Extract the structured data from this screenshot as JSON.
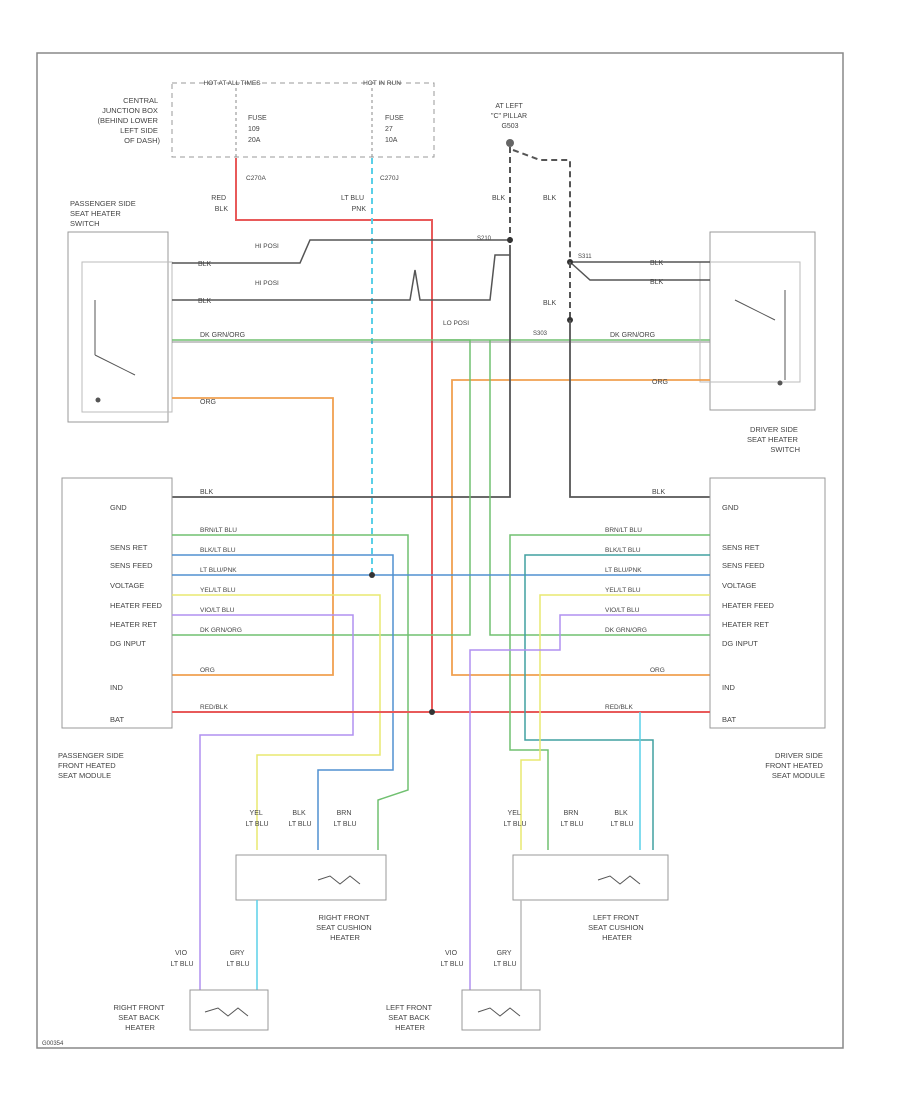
{
  "labels": {
    "cjb": [
      "CENTRAL",
      "JUNCTION BOX",
      "(BEHIND LOWER",
      "LEFT SIDE",
      "OF DASH)"
    ],
    "hot_run": "HOT AT ALL TIMES",
    "hot_acc": "HOT IN RUN",
    "fuse_a": [
      "FUSE",
      "109",
      "20A"
    ],
    "fuse_b": [
      "FUSE",
      "27",
      "10A"
    ],
    "g_pillar": [
      "AT LEFT",
      "\"C\" PILLAR",
      "G503"
    ],
    "pass_switch": [
      "PASSENGER SIDE",
      "SEAT HEATER",
      "SWITCH"
    ],
    "drv_switch": [
      "DRIVER SIDE",
      "SEAT HEATER",
      "SWITCH"
    ],
    "pass_module": [
      "PASSENGER SIDE",
      "FRONT HEATED",
      "SEAT MODULE"
    ],
    "drv_module": [
      "DRIVER SIDE",
      "FRONT HEATED",
      "SEAT MODULE"
    ],
    "rf_cushion": [
      "RIGHT FRONT",
      "SEAT CUSHION",
      "HEATER"
    ],
    "lf_cushion": [
      "LEFT FRONT",
      "SEAT CUSHION",
      "HEATER"
    ],
    "rf_back": [
      "RIGHT FRONT",
      "SEAT BACK",
      "HEATER"
    ],
    "lf_back": [
      "LEFT FRONT",
      "SEAT BACK",
      "HEATER"
    ],
    "hi_pos1": "HI POSI",
    "hi_pos2": "HI POSI",
    "low_pos": "LO POSI",
    "fig_id": "G00354"
  },
  "pins_left": [
    "GND",
    "",
    "SENS RET",
    "SENS FEED",
    "VOLTAGE",
    "HEATER FEED",
    "HEATER RET",
    "DG INPUT",
    "",
    "IND",
    "",
    "BAT"
  ],
  "pins_right": [
    "GND",
    "",
    "SENS RET",
    "SENS FEED",
    "VOLTAGE",
    "HEATER FEED",
    "HEATER RET",
    "DG INPUT",
    "",
    "IND",
    "",
    "BAT"
  ],
  "wire_labels": {
    "red_blk": [
      "RED",
      "BLK"
    ],
    "ltblu_pnk": [
      "LT BLU",
      "PNK"
    ],
    "blk": "BLK",
    "org": "ORG",
    "dk_grn_org": "DK GRN/ORG",
    "brn_lt_blu": "BRN/LT BLU",
    "blk_lt_blu": "BLK/LT BLU",
    "lt_blu_pnk": "LT BLU/PNK",
    "yel_lt_blu": "YEL/LT BLU",
    "vio_lt_blu": "VIO/LT BLU",
    "red_blk2": "RED/BLK",
    "c_yel": [
      "YEL",
      "LT BLU"
    ],
    "c_blk": [
      "BLK",
      "LT BLU"
    ],
    "c_brn": [
      "BRN",
      "LT BLU"
    ],
    "b_vio": [
      "VIO",
      "LT BLU"
    ],
    "b_gry": [
      "GRY",
      "LT BLU"
    ],
    "c270a": "C270A",
    "c270j": "C270J",
    "s210": "S210",
    "s311": "S311",
    "s303": "S303",
    "g503": "G503"
  },
  "colors": {
    "red": "#e85a5a",
    "cyan": "#5ad0e8",
    "orange": "#f0a050",
    "green": "#70c070",
    "yellow": "#e8e870",
    "violet": "#b090f0",
    "blue": "#5090d0",
    "teal": "#40a0a0",
    "gray": "#555555"
  }
}
